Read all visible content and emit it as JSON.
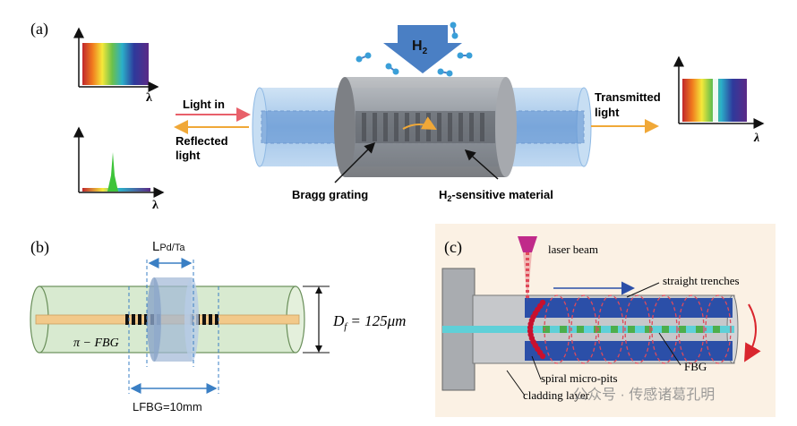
{
  "panel_a": {
    "label": "(a)",
    "axis_symbol": "λ",
    "gas": "H",
    "gas_sub": "2",
    "light_in": "Light in",
    "reflected": [
      "Reflected",
      "light"
    ],
    "transmitted": [
      "Transmitted",
      "light"
    ],
    "bragg_grating": "Bragg grating",
    "material_prefix": "H",
    "material_sub": "2",
    "material_suffix": "-sensitive material"
  },
  "panel_b": {
    "label": "(b)",
    "l_pd_prefix": "L",
    "l_pd_sub": "Pd/Ta",
    "fbg_name": "π − FBG",
    "diameter_lhs": "D",
    "diameter_sub": "f",
    "diameter_rhs": "= 125μm",
    "l_fbg": "LFBG=10mm"
  },
  "panel_c": {
    "label": "(c)",
    "laser_beam": "laser beam",
    "straight_trenches": "straight trenches",
    "fbg": "FBG",
    "spiral_pits": "spiral micro-pits",
    "cladding": "cladding layer"
  },
  "watermark": "公众号 · 传感诸葛孔明",
  "colors": {
    "fiber_blue": "#9dc3e8",
    "core_blue": "#5b8fd0",
    "sleeve_gray": "#9a9da2",
    "arrow_red": "#e8606a",
    "arrow_orange": "#f0a838",
    "h2_blue": "#4a7fc4",
    "panel_c_bg": "#fbf1e4",
    "trench_blue": "#2b4fa8",
    "pit_red": "#c8102e"
  }
}
